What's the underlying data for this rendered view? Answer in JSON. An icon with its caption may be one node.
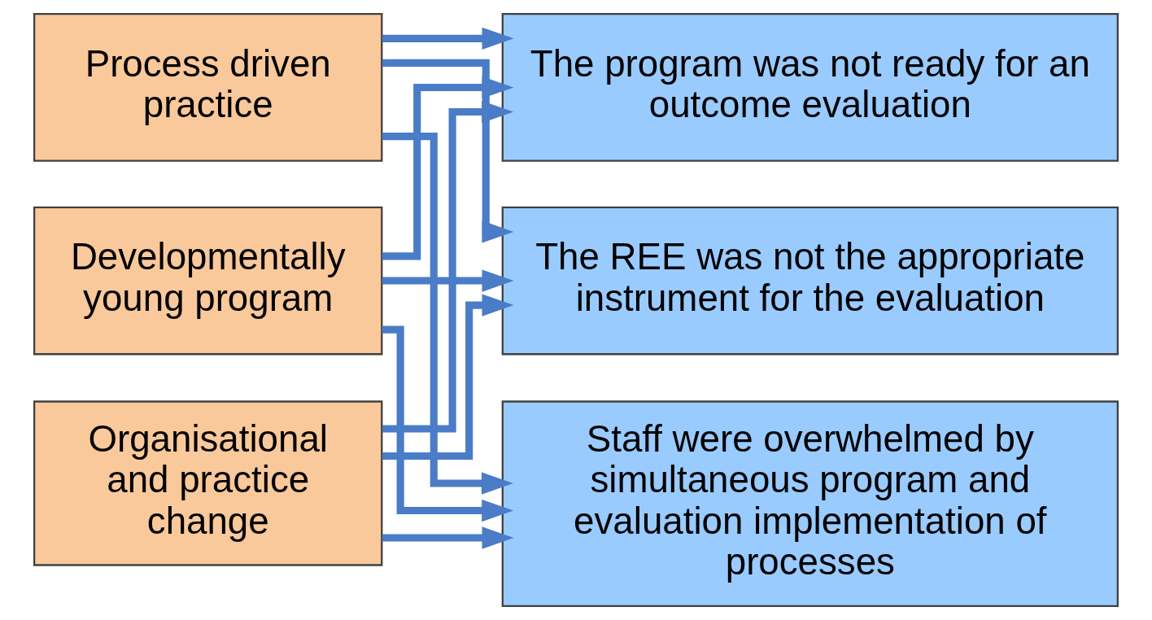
{
  "diagram": {
    "nodes": [
      {
        "text": [
          "Process driven practice"
        ]
      },
      {
        "text": [
          "Developmentally young program"
        ]
      },
      {
        "text": [
          "Organisational and practice change"
        ]
      },
      {
        "text": [
          "The program was not ready for an outcome evaluation"
        ]
      },
      {
        "text": [
          "The REE was not the appropriate instrument for the evaluation"
        ]
      },
      {
        "text": [
          "Staff were overwhelmed by simultaneous program and evaluation implementation of processes"
        ]
      }
    ],
    "edges": [
      {
        "from": 0,
        "to": 3,
        "arrow": "to"
      },
      {
        "from": 0,
        "to": 4,
        "arrow": "to"
      },
      {
        "from": 0,
        "to": 5,
        "arrow": "to"
      },
      {
        "from": 1,
        "to": 3,
        "arrow": "to"
      },
      {
        "from": 1,
        "to": 4,
        "arrow": "to"
      },
      {
        "from": 1,
        "to": 5,
        "arrow": "to"
      },
      {
        "from": 2,
        "to": 3,
        "arrow": "to"
      },
      {
        "from": 2,
        "to": 4,
        "arrow": "to"
      },
      {
        "from": 2,
        "to": 5,
        "arrow": "to"
      }
    ]
  }
}
